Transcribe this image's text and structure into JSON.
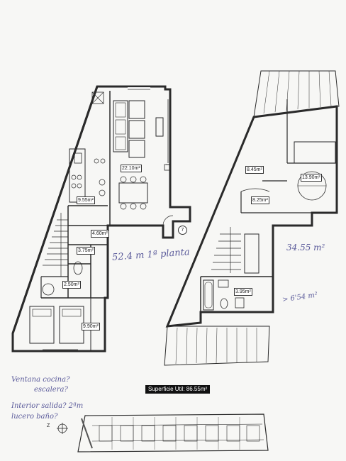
{
  "plan": {
    "ground_floor": {
      "rooms": [
        {
          "id": "living",
          "area": "22.10m²"
        },
        {
          "id": "kitchen",
          "area": "9.55m²"
        },
        {
          "id": "hall",
          "area": "4.60m²"
        },
        {
          "id": "stair",
          "area": "3.75m²"
        },
        {
          "id": "wc",
          "area": "2.50m²"
        },
        {
          "id": "bedroom",
          "area": "9.90m²"
        }
      ],
      "entry_marker": "7"
    },
    "upper_floor": {
      "rooms": [
        {
          "id": "room-a",
          "area": "8.45m²"
        },
        {
          "id": "room-b",
          "area": "13.90m²"
        },
        {
          "id": "landing",
          "area": "8.25m²"
        },
        {
          "id": "bath",
          "area": "3.95m²"
        }
      ]
    },
    "total_label": "Superficie Util: 86.55m²",
    "handwritten": {
      "ground_total": "52.4 m 1ª planta",
      "upper_total": "34.55 m²",
      "upper_extra": "> 6'54 m²",
      "note1": "Ventana cocina?",
      "note2": "escalera?",
      "note3": "Interior salida? 2ªm",
      "note4": "lucero baño?"
    },
    "compass_label": "Z"
  }
}
